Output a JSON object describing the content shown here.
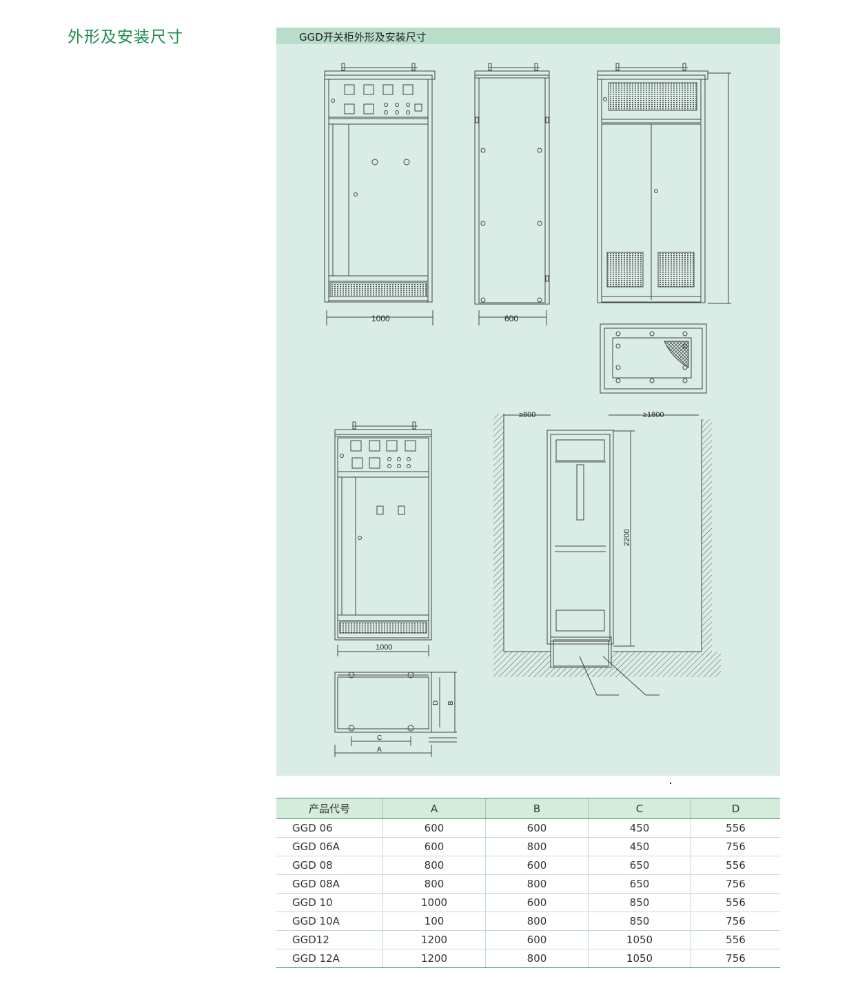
{
  "page": {
    "heading": "外形及安装尺寸",
    "panel_title": "GGD开关柜外形及安装尺寸"
  },
  "drawing": {
    "dims": {
      "front_width": "1000",
      "side_width": "600",
      "front2_width": "1000",
      "front_clearance": "≥800",
      "rear_clearance": "≥1800",
      "height": "2200",
      "base_a": "A",
      "base_b": "B",
      "base_c": "C",
      "base_d": "D"
    }
  },
  "table": {
    "headers": [
      "产品代号",
      "A",
      "B",
      "C",
      "D"
    ],
    "rows": [
      [
        "GGD  06",
        "600",
        "600",
        "450",
        "556"
      ],
      [
        "GGD 06A",
        "600",
        "800",
        "450",
        "756"
      ],
      [
        "GGD 08",
        "800",
        "600",
        "650",
        "556"
      ],
      [
        "GGD 08A",
        "800",
        "800",
        "650",
        "756"
      ],
      [
        "GGD 10",
        "1000",
        "600",
        "850",
        "556"
      ],
      [
        "GGD 10A",
        "100",
        "800",
        "850",
        "756"
      ],
      [
        "GGD12",
        "1200",
        "600",
        "1050",
        "556"
      ],
      [
        "GGD  12A",
        "1200",
        "800",
        "1050",
        "756"
      ]
    ]
  }
}
